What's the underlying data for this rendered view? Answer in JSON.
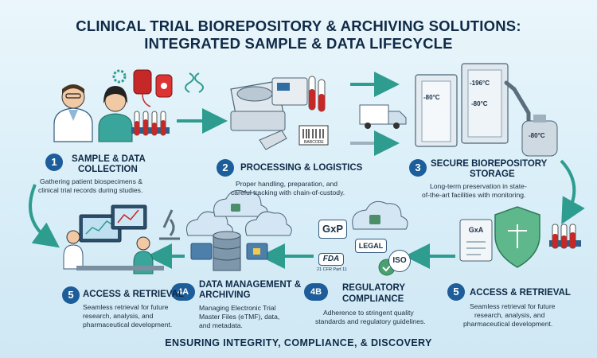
{
  "title_line1": "CLINICAL TRIAL BIOREPOSITORY & ARCHIVING SOLUTIONS:",
  "title_line2": "INTEGRATED SAMPLE & DATA LIFECYCLE",
  "steps": [
    {
      "num": "1",
      "title_l1": "SAMPLE & DATA",
      "title_l2": "COLLECTION",
      "desc_l1": "Gathering patient biospecimens &",
      "desc_l2": "clinical trial records during studies."
    },
    {
      "num": "2",
      "title_l1": "PROCESSING & LOGISTICS",
      "desc_l1": "Proper handling, preparation, and",
      "desc_l2": "careful tracking with chain-of-custody."
    },
    {
      "num": "3",
      "title_l1": "SECURE BIOREPOSITORY",
      "title_l2": "STORAGE",
      "desc_l1": "Long-term preservation in state-",
      "desc_l2": "of-the-art facilities with monitoring."
    },
    {
      "num": "5",
      "title_l1": "ACCESS & RETRIEVAL",
      "desc_l1": "Seamless retrieval for future",
      "desc_l2": "research, analysis, and",
      "desc_l3": "pharmaceutical development."
    },
    {
      "num": "4B",
      "title_l1": "REGULATORY",
      "title_l2": "COMPLIANCE",
      "desc_l1": "Adherence to stringent quality",
      "desc_l2": "standards and regulatory guidelines."
    },
    {
      "num": "4A",
      "title_l1": "DATA MANAGEMENT &",
      "title_l2": "ARCHIVING",
      "desc_l1": "Managing Electronic Trial",
      "desc_l2": "Master Files (eTMF), data,",
      "desc_l3": "and metadata."
    },
    {
      "num": "5",
      "title_l1": "ACCESS & RETRIEVAL",
      "desc_l1": "Seamless retrieval for future",
      "desc_l2": "research, analysis, and",
      "desc_l3": "pharmaceutical development."
    }
  ],
  "freezer_temps": [
    "-80°C",
    "-196°C",
    "-80°C",
    "-80°C"
  ],
  "badges": {
    "gxp": "GxP",
    "gxa": "GxA",
    "legal": "LEGAL",
    "iso": "ISO",
    "fda": "FDA",
    "cfr": "21 CFR Part 11",
    "barcode": "BARCODE"
  },
  "footer": "ENSURING INTEGRITY, COMPLIANCE, & DISCOVERY",
  "colors": {
    "accent": "#1d5d99",
    "arrow": "#2e9c8f",
    "navy": "#0f2a47"
  },
  "icons": [
    "doctor-icon",
    "patient-icon",
    "blood-bag-icon",
    "test-tubes-icon",
    "dna-icon",
    "gear-icon",
    "centrifuge-icon",
    "barcode-scanner-icon",
    "delivery-truck-icon",
    "freezer-icon",
    "robot-arm-icon",
    "dewar-tank-icon",
    "shield-scales-icon",
    "cloud-lock-icon",
    "database-icon",
    "folder-lock-icon",
    "researchers-icon",
    "microscope-icon"
  ]
}
